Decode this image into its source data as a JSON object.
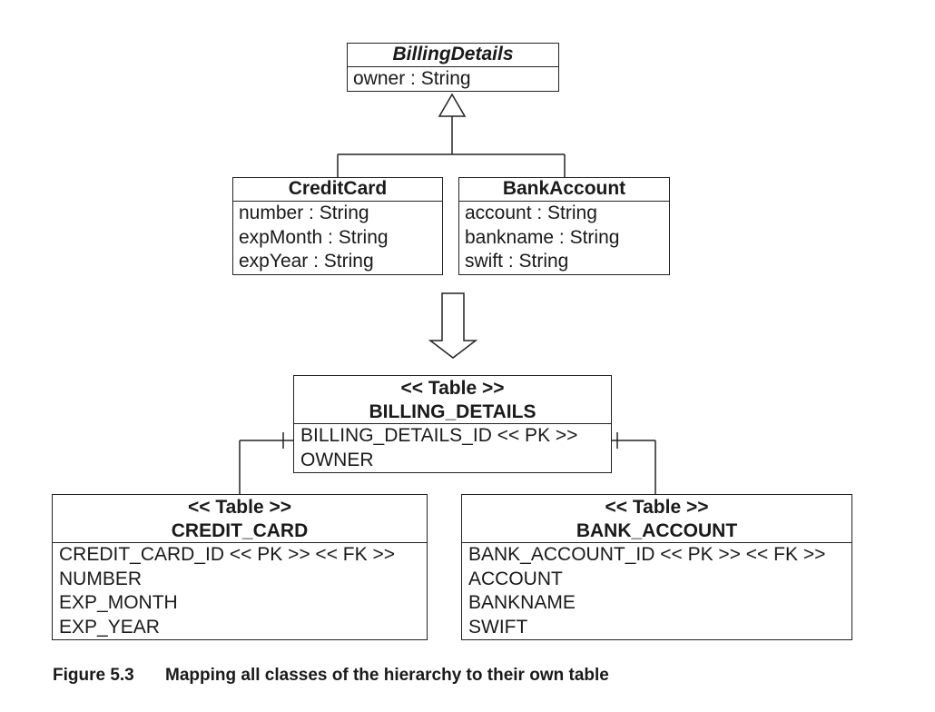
{
  "classes": {
    "billing_details": {
      "name": "BillingDetails",
      "attributes": [
        "owner : String"
      ]
    },
    "credit_card": {
      "name": "CreditCard",
      "attributes": [
        "number : String",
        "expMonth : String",
        "expYear : String"
      ]
    },
    "bank_account": {
      "name": "BankAccount",
      "attributes": [
        "account : String",
        "bankname : String",
        "swift : String"
      ]
    }
  },
  "tables": {
    "billing_details": {
      "stereotype": "<< Table >>",
      "name": "BILLING_DETAILS",
      "columns": [
        "BILLING_DETAILS_ID << PK >>",
        "OWNER"
      ]
    },
    "credit_card": {
      "stereotype": "<< Table >>",
      "name": "CREDIT_CARD",
      "columns": [
        "CREDIT_CARD_ID << PK >> << FK >>",
        "NUMBER",
        "EXP_MONTH",
        "EXP_YEAR"
      ]
    },
    "bank_account": {
      "stereotype": "<< Table >>",
      "name": "BANK_ACCOUNT",
      "columns": [
        "BANK_ACCOUNT_ID << PK >> << FK >>",
        "ACCOUNT",
        "BANKNAME",
        "SWIFT"
      ]
    }
  },
  "caption": {
    "number": "Figure 5.3",
    "text": "Mapping all classes of the hierarchy to their own table"
  }
}
